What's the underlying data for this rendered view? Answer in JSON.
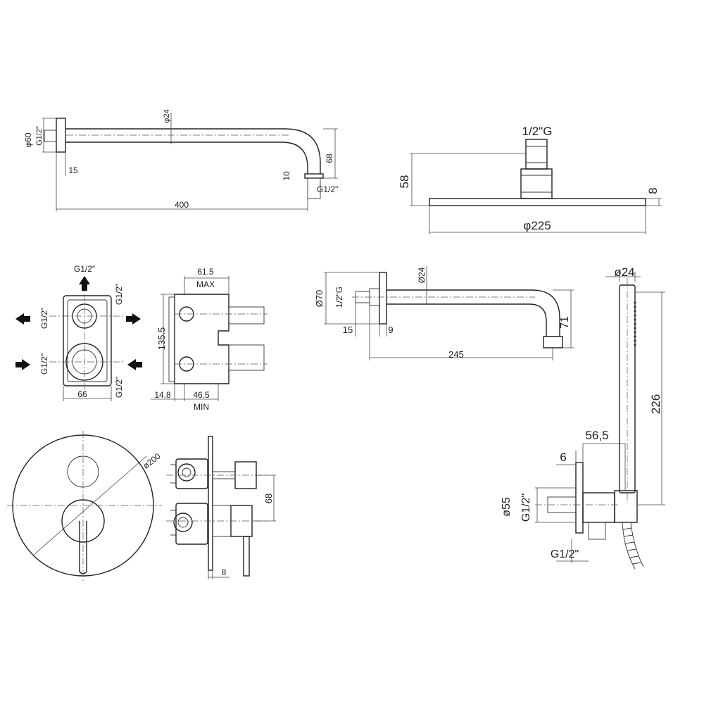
{
  "arm_top": {
    "d_flange": "φ60",
    "g_in": "G1/2\"",
    "d_arm": "φ24",
    "w15": "15",
    "h68": "68",
    "h10": "10",
    "g_out": "G1/2\"",
    "len": "400"
  },
  "head": {
    "g": "1/2\"G",
    "h58": "58",
    "h8": "8",
    "dia": "φ225"
  },
  "valve_front": {
    "g_top": "G1/2\"",
    "g_left_up": "G1/2\"",
    "g_right_up": "G1/2\"",
    "g_left_dn": "G1/2\"",
    "g_right_dn": "G1/2\"",
    "w66": "66"
  },
  "valve_side": {
    "w615": "61.5",
    "max": "MAX",
    "h1355": "135.5",
    "w148": "14.8",
    "w465": "46.5",
    "min": "MIN"
  },
  "spout": {
    "d70": "Ø70",
    "g": "1/2\"G",
    "d24": "Ø24",
    "w15": "15",
    "w9": "9",
    "h71": "71",
    "len": "245"
  },
  "plate": {
    "dia": "ø200",
    "h68": "68",
    "w8": "8"
  },
  "hand": {
    "d24": "ø24",
    "len226": "226",
    "w565": "56,5",
    "w6": "6",
    "d55": "ø55",
    "g_in": "G1/2\"",
    "g_out": "G1/2\""
  }
}
